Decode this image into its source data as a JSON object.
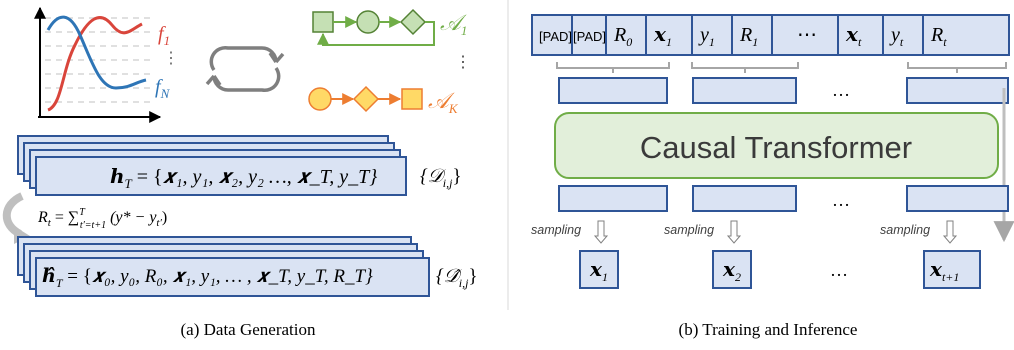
{
  "left_panel": {
    "func_labels": {
      "f1": "f",
      "f1_sub": "1",
      "fN": "f",
      "fN_sub": "N",
      "vdots": "⋮"
    },
    "algo_labels": {
      "a1": "𝒜",
      "a1_sub": "1",
      "aK": "𝒜",
      "aK_sub": "K",
      "vdots": "⋮"
    },
    "history": {
      "lhs": "𝒉",
      "lhs_sub": "T",
      "eq": " = {",
      "rhs": "𝒙₁, y₁, 𝒙₂, y₂ …, 𝒙_T, y_T}",
      "set": "{𝒟",
      "set_sub": "i,j",
      "set_close": "}"
    },
    "rtg_formula": {
      "lhs": "R",
      "lhs_sub": "t",
      "body": " = ∑",
      "sum_sup": "T",
      "sum_sub": "t′=t+1",
      "term": " (y* − y",
      "term_sub": "t′",
      "close": ")"
    },
    "history_hat": {
      "lhs": "𝒉̂",
      "lhs_sub": "T",
      "eq": " = {",
      "rhs": "𝒙₀, y₀, R₀, 𝒙₁, y₁, … , 𝒙_T, y_T, R_T}",
      "set": "{𝒟̂",
      "set_sub": "i,j",
      "set_close": "}"
    },
    "caption": "(a) Data Generation"
  },
  "right_panel": {
    "tokens": [
      {
        "text": "[PAD]",
        "kind": "pad"
      },
      {
        "text": "[PAD]",
        "kind": "pad"
      },
      {
        "text": "R",
        "sub": "0",
        "kind": "math"
      },
      {
        "text": "𝒙",
        "sub": "1",
        "kind": "math"
      },
      {
        "text": "y",
        "sub": "1",
        "kind": "math"
      },
      {
        "text": "R",
        "sub": "1",
        "kind": "math"
      },
      {
        "text": "⋯",
        "kind": "dots"
      },
      {
        "text": "𝒙",
        "sub": "t",
        "kind": "math"
      },
      {
        "text": "y",
        "sub": "t",
        "kind": "math"
      },
      {
        "text": "R",
        "sub": "t",
        "kind": "math"
      }
    ],
    "ellipsis": "…",
    "transformer_label": "Causal Transformer",
    "sampling_label": "sampling",
    "outputs": [
      {
        "text": "𝒙",
        "sub": "1"
      },
      {
        "text": "𝒙",
        "sub": "2"
      },
      {
        "text": "𝒙",
        "sub": "t+1"
      }
    ],
    "caption": "(b) Training and Inference"
  },
  "colors": {
    "box_fill": "#dae3f3",
    "box_stroke": "#2f5597",
    "transformer_fill": "#e2efda",
    "transformer_stroke": "#70ad47",
    "green": "#70ad47",
    "orange": "#ed7d31",
    "red": "#d9453b",
    "blue": "#2e75b6",
    "gray": "#a6a6a6"
  }
}
